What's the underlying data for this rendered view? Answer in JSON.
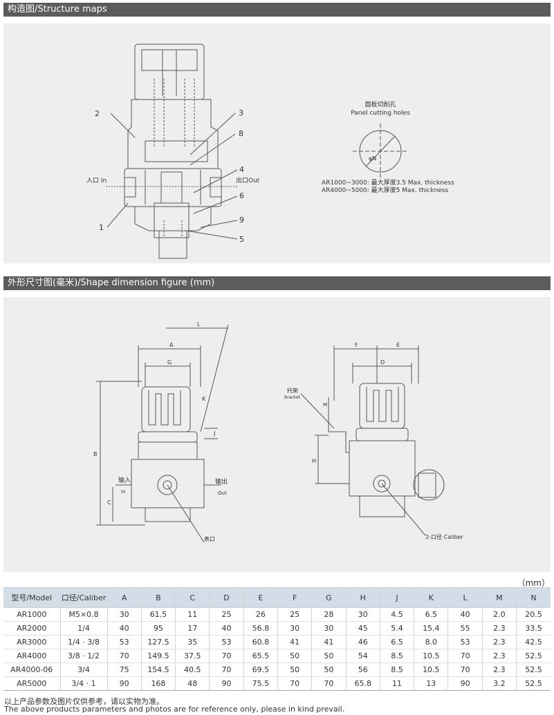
{
  "sections": {
    "structure": "构造图/Structure maps",
    "dimension": "外形尺寸图(毫米)/Shape dimension figure (mm)"
  },
  "structure_labels": {
    "part1": "1",
    "part2": "2",
    "part3": "3",
    "part4": "4",
    "part5": "5",
    "part6": "6",
    "part8": "8",
    "part9": "9",
    "inlet": "入口 In",
    "outlet": "出口Out",
    "panel_cn": "面板切削孔",
    "panel_en": "Panel cutting holes",
    "thick1": "AR1000~3000: 最大厚度3.5 Max. thickness",
    "thick2": "AR4000~5000: 最大厚度5 Max. thickness",
    "dia": "φN"
  },
  "dimension_labels": {
    "L": "L",
    "A": "A",
    "G": "G",
    "K": "K",
    "J": "J",
    "B": "B",
    "C": "C",
    "in_cn": "输入",
    "in_en": "In",
    "out_cn": "输出",
    "out_en": "Out",
    "gauge": "表口",
    "F": "F",
    "E": "E",
    "D": "D",
    "M": "M",
    "H": "H",
    "bracket_cn": "托架",
    "bracket_en": "Bracket",
    "caliber": "2-口径 Caliber"
  },
  "table": {
    "unit": "（mm）",
    "headers": [
      "型号/Model",
      "口径/Caliber",
      "A",
      "B",
      "C",
      "D",
      "E",
      "F",
      "G",
      "H",
      "J",
      "K",
      "L",
      "M",
      "N"
    ],
    "rows": [
      [
        "AR1000",
        "M5×0.8",
        "30",
        "61.5",
        "11",
        "25",
        "26",
        "25",
        "28",
        "30",
        "4.5",
        "6.5",
        "40",
        "2.0",
        "20.5"
      ],
      [
        "AR2000",
        "1/4",
        "40",
        "95",
        "17",
        "40",
        "56.8",
        "30",
        "30",
        "45",
        "5.4",
        "15.4",
        "55",
        "2.3",
        "33.5"
      ],
      [
        "AR3000",
        "1/4 · 3/8",
        "53",
        "127.5",
        "35",
        "53",
        "60.8",
        "41",
        "41",
        "46",
        "6.5",
        "8.0",
        "53",
        "2.3",
        "42.5"
      ],
      [
        "AR4000",
        "3/8 · 1/2",
        "70",
        "149.5",
        "37.5",
        "70",
        "65.5",
        "50",
        "50",
        "54",
        "8.5",
        "10.5",
        "70",
        "2.3",
        "52.5"
      ],
      [
        "AR4000-06",
        "3/4",
        "75",
        "154.5",
        "40.5",
        "70",
        "69.5",
        "50",
        "50",
        "56",
        "8.5",
        "10.5",
        "70",
        "2.3",
        "52.5"
      ],
      [
        "AR5000",
        "3/4 · 1",
        "90",
        "168",
        "48",
        "90",
        "75.5",
        "70",
        "70",
        "65.8",
        "11",
        "13",
        "90",
        "3.2",
        "52.5"
      ]
    ]
  },
  "footnote": {
    "cn": "以上产品参数及图片仅供参考，请以实物为准。",
    "en": "The above products parameters and photos are for reference only, please in kind prevail."
  }
}
